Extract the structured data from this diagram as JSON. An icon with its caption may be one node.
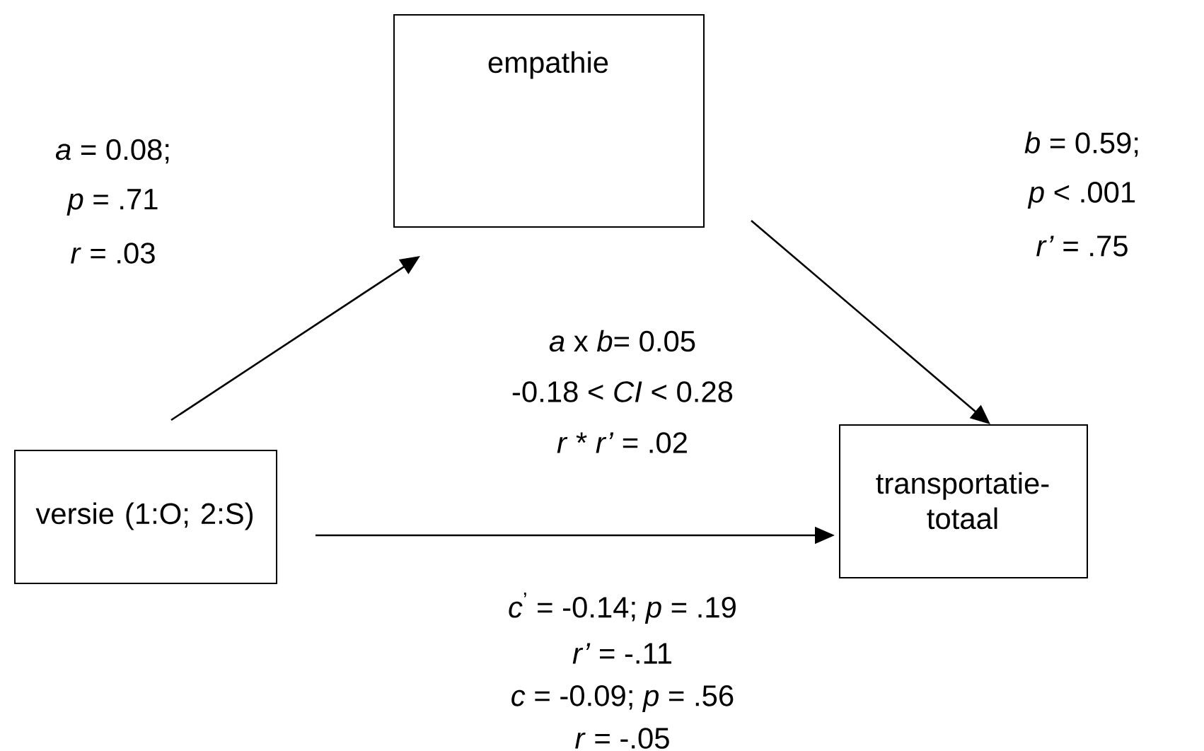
{
  "diagram": {
    "nodes": [
      {
        "text": [
          "empathie"
        ]
      },
      {
        "text": [
          "versie (1:O; 2:S)"
        ]
      },
      {
        "text": [
          "transportatie-totaal"
        ]
      }
    ],
    "edges": [
      {
        "from": 1,
        "to": 0,
        "arrow": "to"
      },
      {
        "from": 0,
        "to": 2,
        "arrow": "to"
      },
      {
        "from": 1,
        "to": 2,
        "arrow": "to"
      }
    ],
    "labels": [
      "*a* = 0.08;",
      "*p* = .71",
      "*r* = .03",
      "*b* = 0.59;",
      "*p* < .001",
      "*r’* = .75",
      "*a* x *b*= 0.05",
      "-0.18 < *CI* < 0.28",
      "*r* * *r’* = .02",
      "*c*$^{’}$ = -0.14; *p* = .19",
      "*r’* = -.11",
      "*c* = -0.09; *p* = .56",
      "*r* = -.05"
    ]
  }
}
